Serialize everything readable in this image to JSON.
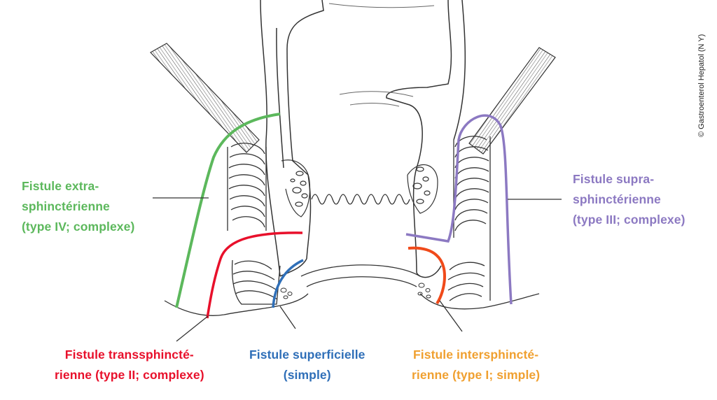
{
  "labels": {
    "extra": {
      "line1": "Fistule extra-",
      "line2": "sphinctérienne",
      "line3": "(type IV; complexe)"
    },
    "supra": {
      "line1": "Fistule supra-",
      "line2": "sphinctérienne",
      "line3": "(type III; complexe)"
    },
    "trans": {
      "line1": "Fistule transsphincté-",
      "line2": "rienne (type II; complexe)"
    },
    "superficielle": {
      "line1": "Fistule superficielle",
      "line2": "(simple)"
    },
    "inter": {
      "line1": "Fistule intersphincté-",
      "line2": "rienne (type I; simple)"
    }
  },
  "copyright": "© Gastroenterol Hepatol (N Y)",
  "colors": {
    "extra": "#5cb85c",
    "supra": "#8c79c2",
    "trans": "#e8102b",
    "superficielle": "#2f6fb8",
    "inter": "#f04a1a",
    "inter_text": "#f0a030",
    "ink": "#333333"
  }
}
